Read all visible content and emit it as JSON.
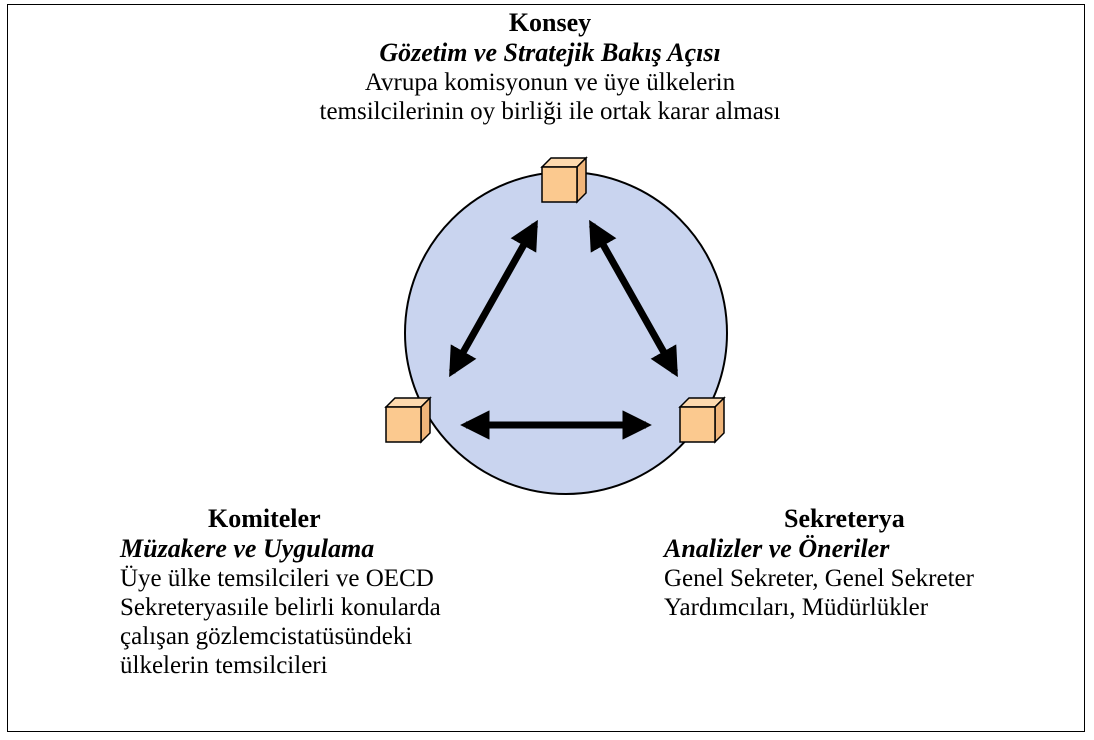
{
  "konsey": {
    "title": "Konsey",
    "subtitle": "Gözetim ve Stratejik Bakış Açısı",
    "lines": [
      "Avrupa komisyonun ve üye ülkelerin",
      "temsilcilerinin oy birliği ile ortak karar alması"
    ]
  },
  "komiteler": {
    "title": "Komiteler",
    "subtitle": "Müzakere ve Uygulama",
    "lines": [
      "Üye ülke temsilcileri  ve OECD",
      "Sekreteryasıile belirli konularda",
      "çalışan  gözlemcistatüsündeki",
      "ülkelerin temsilcileri"
    ]
  },
  "sekreterya": {
    "title": "Sekreterya",
    "subtitle": "Analizler ve Öneriler",
    "lines": [
      "Genel Sekreter, Genel Sekreter",
      "Yardımcıları, Müdürlükler"
    ]
  },
  "colors": {
    "circle_fill": "#c9d4ef",
    "cube_fill": "#fbc98f",
    "arrow": "#000000"
  }
}
